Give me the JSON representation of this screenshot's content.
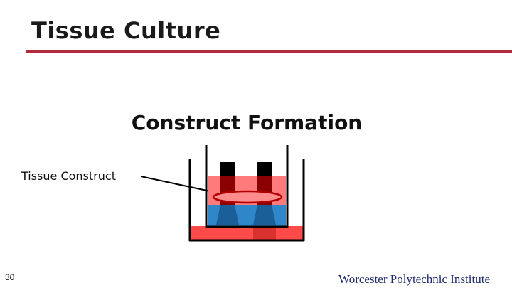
{
  "slide": {
    "title": "Tissue Culture",
    "page_number": "30",
    "footer": "Worcester Polytechnic Institute"
  },
  "diagram": {
    "heading": "Construct Formation",
    "callout_label": "Tissue Construct",
    "colors": {
      "accent_rule": "#b32b3a",
      "medium_pink": "#ff7b7b",
      "medium_blue": "#2f86c8",
      "post_dark_red": "#8b0000",
      "post_black": "#000000",
      "base_red": "#ff4a4a",
      "construct_fill": "#ff8c8c",
      "construct_outline": "#b00000"
    }
  }
}
